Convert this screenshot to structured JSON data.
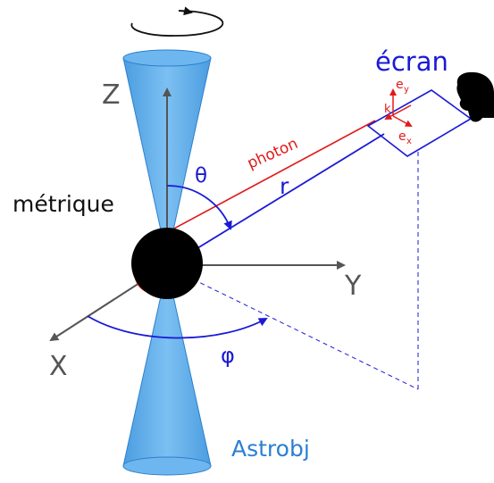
{
  "labels": {
    "axis_z": "Z",
    "axis_y": "Y",
    "axis_x": "X",
    "metric": "métrique",
    "photon": "photon",
    "theta": "θ",
    "r": "r",
    "phi": "φ",
    "screen": "écran",
    "astrobj": "Astrobj",
    "k": "k",
    "ey_base": "e",
    "ey_sub": "y",
    "ex_base": "e",
    "ex_sub": "x"
  },
  "colors": {
    "cone_fill": "#5aa9e6",
    "cone_stroke": "#1f6fbf",
    "axis": "#555555",
    "blue": "#1a1ad6",
    "red": "#e01a1a",
    "black": "#000000",
    "text_gray": "#555555",
    "astrobj_text": "#2a7fd4"
  },
  "icons": {
    "observer": "head-silhouette-icon",
    "rotation": "rotation-arrow-icon"
  }
}
